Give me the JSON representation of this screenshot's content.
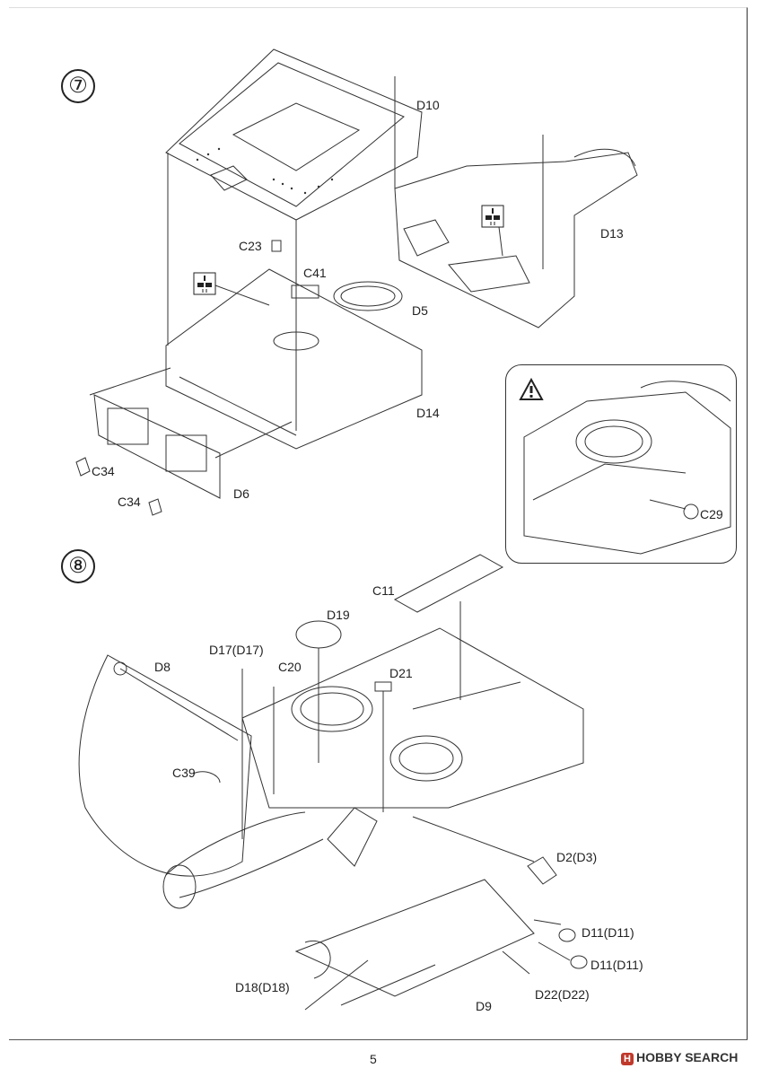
{
  "steps": {
    "step7": {
      "number": "⑦",
      "labels": {
        "D10": "D10",
        "D13": "D13",
        "C23": "C23",
        "C41": "C41",
        "D5": "D5",
        "D14": "D14",
        "C34a": "C34",
        "C34b": "C34",
        "D6": "D6",
        "C29": "C29"
      }
    },
    "step8": {
      "number": "⑧",
      "labels": {
        "C11": "C11",
        "D19": "D19",
        "D8": "D8",
        "D17": "D17(D17)",
        "C20": "C20",
        "D21": "D21",
        "C39": "C39",
        "D2": "D2(D3)",
        "D11a": "D11(D11)",
        "D11b": "D11(D11)",
        "D18": "D18(D18)",
        "D22": "D22(D22)",
        "D9": "D9"
      }
    }
  },
  "page_number": "5",
  "watermark": {
    "brand": "HOBBY SEARCH",
    "mark": "H"
  },
  "icons": {
    "cement": "cement-icon",
    "warning": "warning-icon"
  }
}
